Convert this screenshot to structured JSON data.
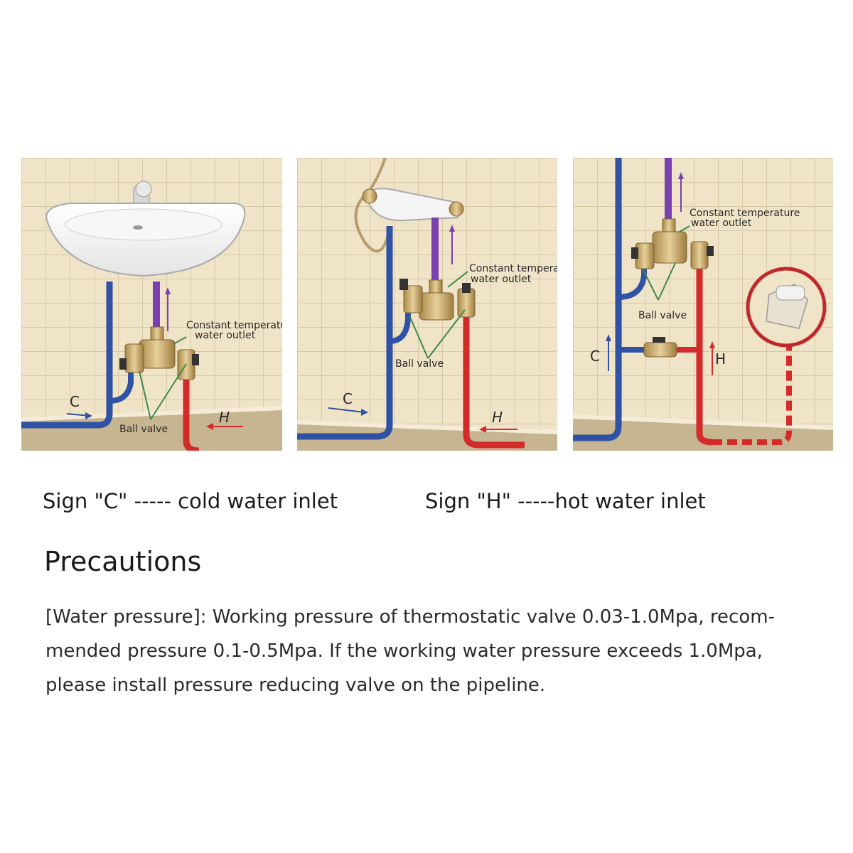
{
  "panels": [
    {
      "outlet_label_line1": "Constant temperature",
      "outlet_label_line2": "water outlet",
      "ball_valve_label": "Ball valve",
      "cold_sign": "C",
      "hot_sign": "H"
    },
    {
      "outlet_label_line1": "Constant temperature",
      "outlet_label_line2": "water outlet",
      "ball_valve_label": "Ball valve",
      "cold_sign": "C",
      "hot_sign": "H"
    },
    {
      "outlet_label_line1": "Constant temperature",
      "outlet_label_line2": "water outlet",
      "ball_valve_label": "Ball valve",
      "cold_sign": "C",
      "hot_sign": "H"
    }
  ],
  "legend": {
    "cold": "Sign \"C\" ----- cold water inlet",
    "hot": "Sign \"H\" -----hot water inlet"
  },
  "precautions": {
    "title": "Precautions",
    "lines": [
      "[Water pressure]: Working pressure of thermostatic valve 0.03-1.0Mpa, recom-",
      "mended pressure 0.1-0.5Mpa. If the working water pressure exceeds 1.0Mpa,",
      "please install pressure reducing valve on the pipeline."
    ]
  },
  "colors": {
    "wall": "#efe3c8",
    "tile_line": "#d9caa6",
    "floor": "#c7b592",
    "cold_pipe": "#2f52a4",
    "hot_pipe": "#d32a2a",
    "mixed_pipe": "#7a3fb0",
    "brass": "#c8a86a"
  }
}
